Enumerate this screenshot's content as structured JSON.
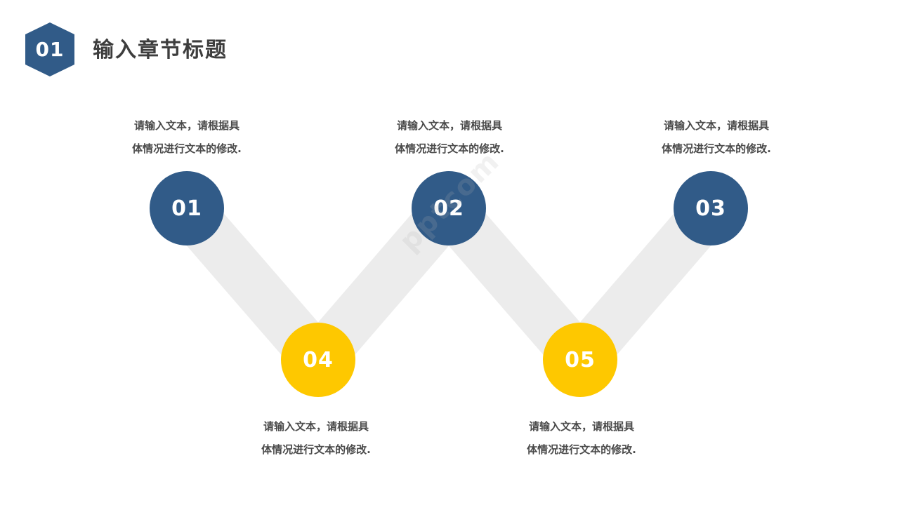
{
  "header": {
    "badge_number": "01",
    "title": "输入章节标题"
  },
  "colors": {
    "primary_blue": "#315b88",
    "accent_yellow": "#fec800",
    "connector_gray": "#ececec",
    "text_dark": "#3d3d3d"
  },
  "steps": [
    {
      "number": "01",
      "color": "blue",
      "desc_line1": "请输入文本，请根据具",
      "desc_line2": "体情况进行文本的修改."
    },
    {
      "number": "02",
      "color": "blue",
      "desc_line1": "请输入文本，请根据具",
      "desc_line2": "体情况进行文本的修改."
    },
    {
      "number": "03",
      "color": "blue",
      "desc_line1": "请输入文本，请根据具",
      "desc_line2": "体情况进行文本的修改."
    },
    {
      "number": "04",
      "color": "yellow",
      "desc_line1": "请输入文本，请根据具",
      "desc_line2": "体情况进行文本的修改."
    },
    {
      "number": "05",
      "color": "yellow",
      "desc_line1": "请输入文本，请根据具",
      "desc_line2": "体情况进行文本的修改."
    }
  ],
  "watermark": "pptcom"
}
